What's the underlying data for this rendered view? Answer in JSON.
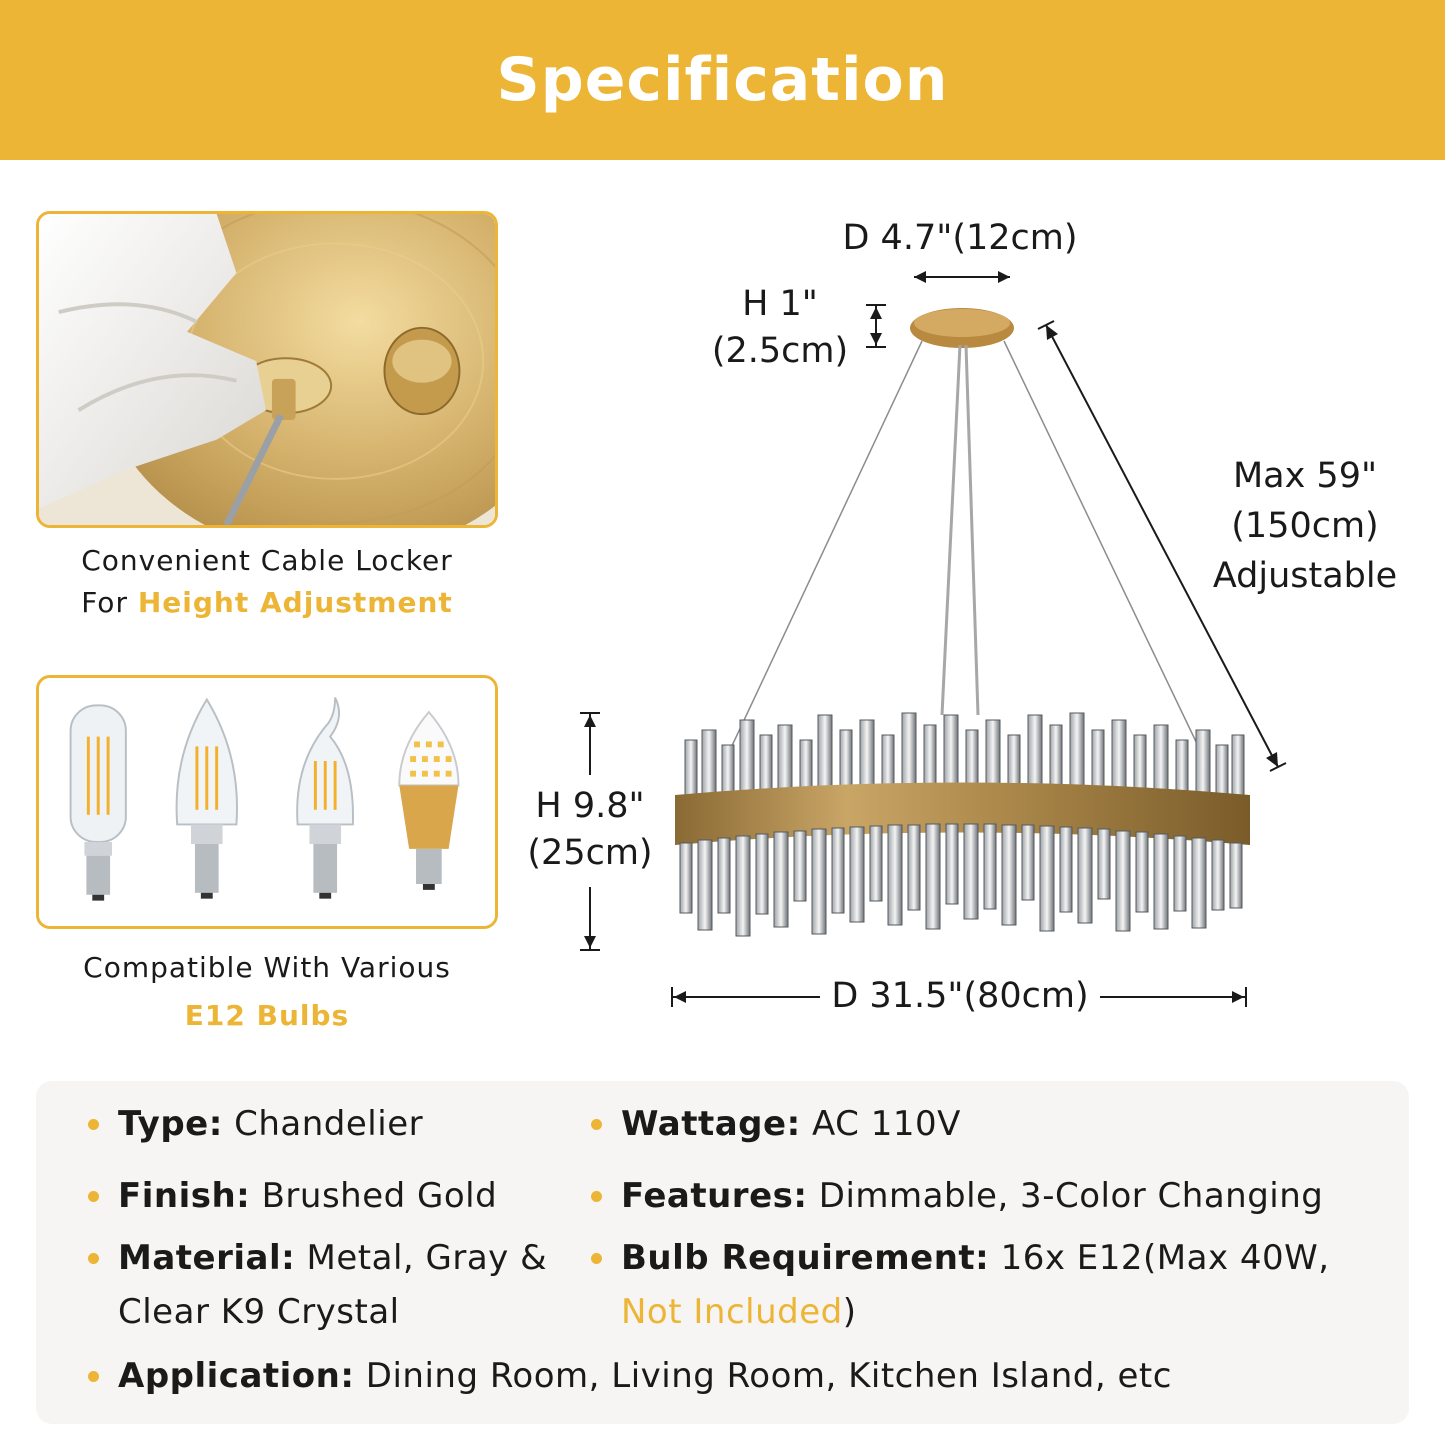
{
  "header": {
    "title": "Specification"
  },
  "captions": {
    "cable": {
      "line1": "Convenient Cable Locker",
      "line2_prefix": "For ",
      "line2_highlight": "Height Adjustment"
    },
    "bulbs": {
      "line1": "Compatible With Various",
      "line2_highlight": "E12 Bulbs"
    }
  },
  "dimensions": {
    "canopy_diameter": "D 4.7\"(12cm)",
    "canopy_height_line1": "H 1\"",
    "canopy_height_line2": "(2.5cm)",
    "max_length_line1": "Max 59\"",
    "max_length_line2": "(150cm)",
    "max_length_line3": "Adjustable",
    "body_height_line1": "H 9.8\"",
    "body_height_line2": "(25cm)",
    "body_diameter": "D 31.5\"(80cm)"
  },
  "specs": {
    "type": {
      "label": "Type:",
      "value": " Chandelier"
    },
    "wattage": {
      "label": "Wattage:",
      "value": " AC 110V"
    },
    "finish": {
      "label": "Finish:",
      "value": " Brushed Gold"
    },
    "features": {
      "label": "Features:",
      "value": " Dimmable, 3-Color Changing"
    },
    "material": {
      "label": "Material:",
      "value_line1": " Metal, Gray &",
      "value_line2": "Clear K9 Crystal"
    },
    "bulb": {
      "label": "Bulb Requirement:",
      "value_line1": " 16x E12(Max 40W,",
      "highlight": "Not Included",
      "suffix": ")"
    },
    "application": {
      "label": "Application:",
      "value": " Dining Room, Living Room, Kitchen Island, etc"
    }
  },
  "colors": {
    "accent": "#ecb535",
    "gold": "#b08a45",
    "panel": "#f6f5f3"
  }
}
